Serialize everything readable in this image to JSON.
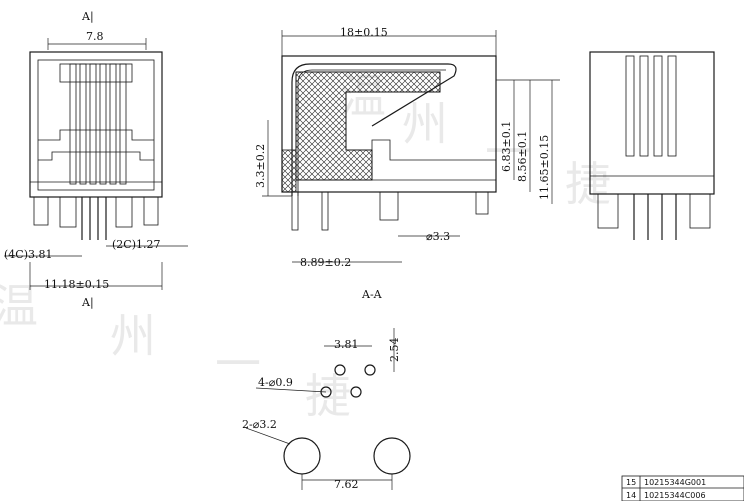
{
  "front_view": {
    "section_marker_top": "A|",
    "section_marker_bottom": "A|",
    "dim_width_top": "7.8",
    "dim_4c": "(4C)3.81",
    "dim_2c": "(2C)1.27",
    "dim_overall_width": "11.18±0.15"
  },
  "section_view": {
    "dim_length": "18±0.15",
    "dim_height_left": "3.3±0.2",
    "dim_683": "6.83±0.1",
    "dim_856": "8.56±0.1",
    "dim_1165": "11.65±0.15",
    "dim_pitch": "8.89±0.2",
    "dim_post_dia": "⌀3.3",
    "section_label": "A-A"
  },
  "footprint": {
    "dim_381": "3.81",
    "dim_254": "2.54",
    "dim_small_holes": "4-⌀0.9",
    "dim_large_holes": "2-⌀3.2",
    "dim_762": "7.62"
  },
  "title_block": {
    "rows": [
      {
        "index": "15",
        "part": "10215344G001"
      },
      {
        "index": "14",
        "part": "10215344C006"
      }
    ]
  },
  "watermark": [
    "温",
    "州",
    "一",
    "捷"
  ],
  "colors": {
    "line": "#1a1a1a",
    "watermark": "#d8d8d8"
  }
}
